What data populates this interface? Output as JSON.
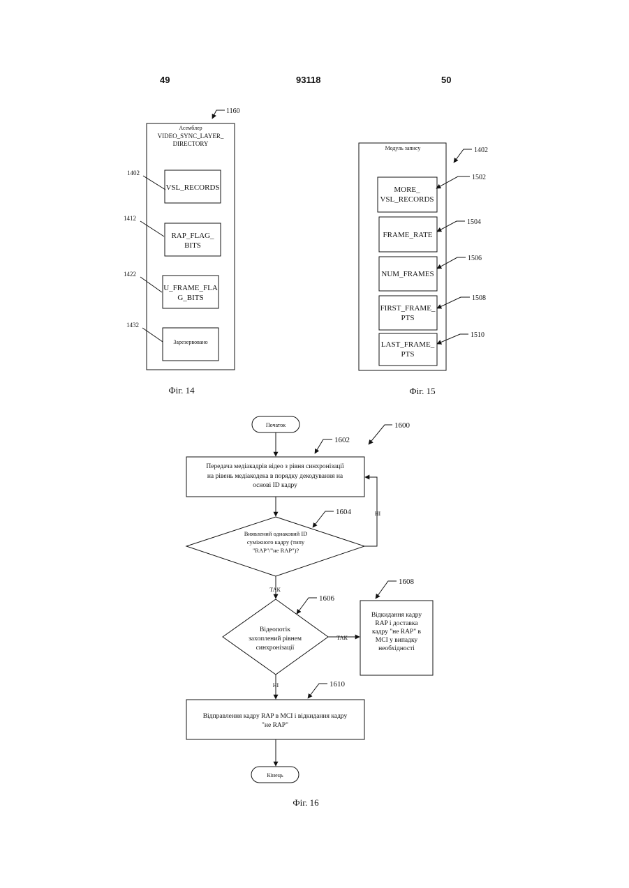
{
  "header": {
    "page_left": "49",
    "doc_number": "93118",
    "page_right": "50"
  },
  "fig14": {
    "caption": "Фіг. 14",
    "ref": "1160",
    "title_lines": [
      "Асемблер",
      "VIDEO_SYNC_LAYER_",
      "DIRECTORY"
    ],
    "fields": [
      {
        "ref": "1402",
        "lines": [
          "VSL_RECORDS"
        ]
      },
      {
        "ref": "1412",
        "lines": [
          "RAP_FLAG_",
          "BITS"
        ]
      },
      {
        "ref": "1422",
        "lines": [
          "U_FRAME_FLA",
          "G_BITS"
        ]
      },
      {
        "ref": "1432",
        "lines": [
          "Зарезервовано"
        ]
      }
    ]
  },
  "fig15": {
    "caption": "Фіг. 15",
    "ref": "1402",
    "title": "Модуль запису",
    "fields": [
      {
        "ref": "1502",
        "lines": [
          "MORE_",
          "VSL_RECORDS"
        ]
      },
      {
        "ref": "1504",
        "lines": [
          "FRAME_RATE"
        ]
      },
      {
        "ref": "1506",
        "lines": [
          "NUM_FRAMES"
        ]
      },
      {
        "ref": "1508",
        "lines": [
          "FIRST_FRAME_",
          "PTS"
        ]
      },
      {
        "ref": "1510",
        "lines": [
          "LAST_FRAME_",
          "PTS"
        ]
      }
    ]
  },
  "fig16": {
    "caption": "Фіг. 16",
    "ref": "1600",
    "start": "Початок",
    "end": "Кінець",
    "step1602": {
      "ref": "1602",
      "lines": [
        "Передача медіакадрів відео з рівня синхронізації",
        "на рівень медіакодека в порядку декодування на",
        "основі ID кадру"
      ]
    },
    "decision1604": {
      "ref": "1604",
      "lines": [
        "Виявлений однаковий ID",
        "суміжного кадру (типу",
        "\"RAP\"/\"не RAP\")?"
      ]
    },
    "decision1606": {
      "ref": "1606",
      "lines": [
        "Відеопотік",
        "захоплений рівнем",
        "синхронізації"
      ]
    },
    "step1608": {
      "ref": "1608",
      "lines": [
        "Відкидання кадру",
        "RAP і доставка",
        "кадру \"не RAP\" в",
        "МСІ у випадку",
        "необхідності"
      ]
    },
    "step1610": {
      "ref": "1610",
      "lines": [
        "Відправлення кадру RAP в МСІ і відкидання кадру",
        "\"не RAP\""
      ]
    },
    "labels": {
      "no_1": "НІ",
      "yes_1": "ТАК",
      "yes_2": "ТАК",
      "no_2": "НІ"
    }
  }
}
